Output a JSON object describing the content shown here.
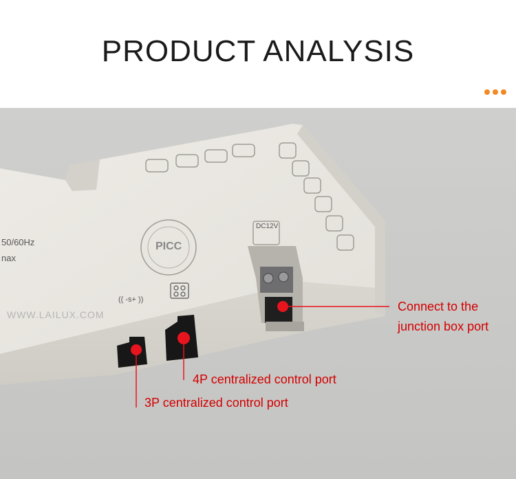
{
  "header": {
    "title": "PRODUCT ANALYSIS",
    "dot_colors": [
      "#f08a24",
      "#f08a24",
      "#f08a24"
    ]
  },
  "device": {
    "spec_line_1": "50/60Hz",
    "spec_line_2": "nax",
    "dc_label": "DC12V",
    "stamp_label": "PICC",
    "dir_label": "(( -s+ ))"
  },
  "watermark": "WWW.LAILUX.COM",
  "callouts": {
    "junction_line_1": "Connect to the",
    "junction_line_2": "junction box port",
    "port_4p": "4P centralized control port",
    "port_3p": "3P centralized control port"
  },
  "colors": {
    "marker": "#e8141e",
    "callout_text": "#d20000",
    "device_body": "#e6e3dd",
    "background": "#c9c9c7"
  }
}
